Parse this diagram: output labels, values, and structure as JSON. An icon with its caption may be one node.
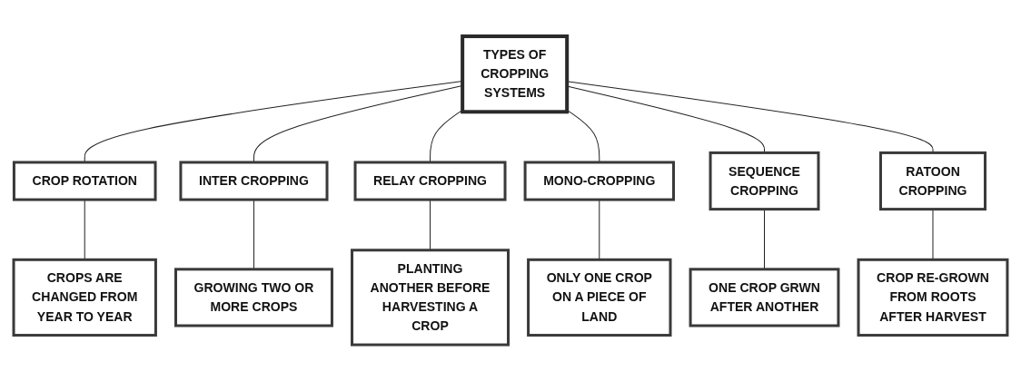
{
  "diagram": {
    "nodes": [
      {
        "text": [
          "TYPES OF CROPPING SYSTEMS"
        ]
      },
      {
        "text": [
          "CROP ROTATION"
        ]
      },
      {
        "text": [
          "INTER CROPPING"
        ]
      },
      {
        "text": [
          "RELAY CROPPING"
        ]
      },
      {
        "text": [
          "MONO-CROPPING"
        ]
      },
      {
        "text": [
          "SEQUENCE CROPPING"
        ]
      },
      {
        "text": [
          "RATOON CROPPING"
        ]
      },
      {
        "text": [
          "CROPS ARE CHANGED FROM YEAR TO YEAR"
        ]
      },
      {
        "text": [
          "GROWING TWO OR MORE CROPS"
        ]
      },
      {
        "text": [
          "PLANTING ANOTHER BEFORE HARVESTING A CROP"
        ]
      },
      {
        "text": [
          "ONLY ONE CROP ON A PIECE OF LAND"
        ]
      },
      {
        "text": [
          "ONE CROP GRWN AFTER ANOTHER"
        ]
      },
      {
        "text": [
          "CROP RE-GROWN FROM ROOTS AFTER HARVEST"
        ]
      }
    ],
    "edges": [
      {
        "from": 0,
        "to": 1,
        "arrow": "none"
      },
      {
        "from": 0,
        "to": 2,
        "arrow": "none"
      },
      {
        "from": 0,
        "to": 3,
        "arrow": "none"
      },
      {
        "from": 0,
        "to": 4,
        "arrow": "none"
      },
      {
        "from": 0,
        "to": 5,
        "arrow": "none"
      },
      {
        "from": 0,
        "to": 6,
        "arrow": "none"
      },
      {
        "from": 1,
        "to": 7,
        "arrow": "none"
      },
      {
        "from": 2,
        "to": 8,
        "arrow": "none"
      },
      {
        "from": 3,
        "to": 9,
        "arrow": "none"
      },
      {
        "from": 4,
        "to": 10,
        "arrow": "none"
      },
      {
        "from": 5,
        "to": 11,
        "arrow": "none"
      },
      {
        "from": 6,
        "to": 12,
        "arrow": "none"
      }
    ]
  }
}
